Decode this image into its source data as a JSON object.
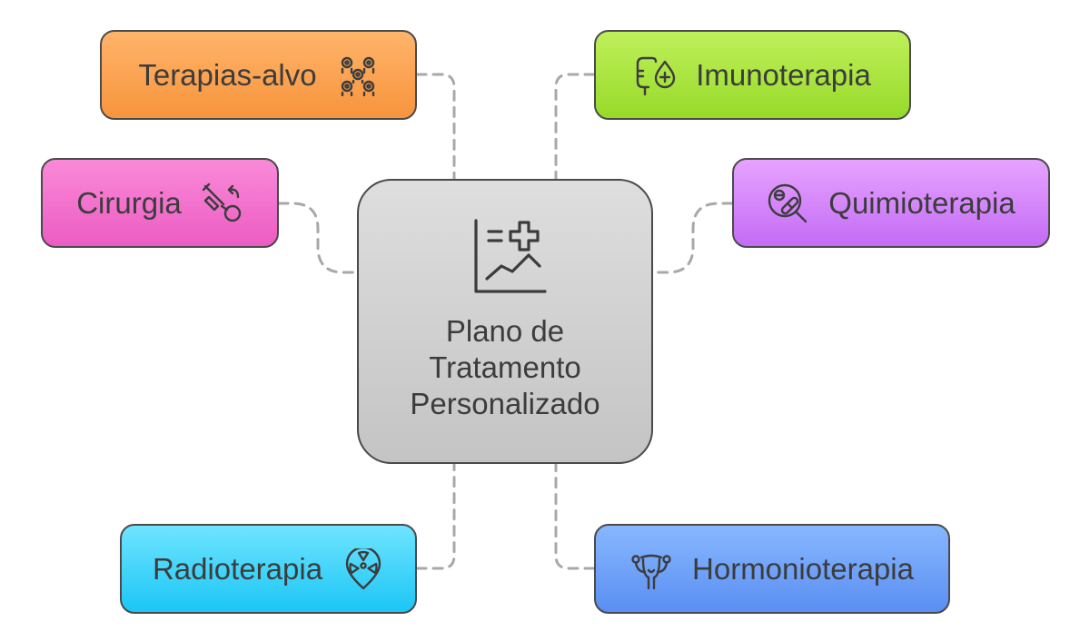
{
  "center": {
    "title": "Plano de Tratamento Personalizado",
    "icon": "chart-medical-cross-icon",
    "color": "#cfcfcf"
  },
  "nodes": {
    "terapias_alvo": {
      "label": "Terapias-alvo",
      "icon": "cell-network-icon",
      "color": "#f99e4c"
    },
    "cirurgia": {
      "label": "Cirurgia",
      "icon": "scalpel-icon",
      "color": "#f06bca"
    },
    "radioterapia": {
      "label": "Radioterapia",
      "icon": "radiation-pin-icon",
      "color": "#33cdf8"
    },
    "imunoterapia": {
      "label": "Imunoterapia",
      "icon": "iv-bag-icon",
      "color": "#a6e03a"
    },
    "quimioterapia": {
      "label": "Quimioterapia",
      "icon": "pill-magnifier-icon",
      "color": "#cf80f8"
    },
    "hormonioterapia": {
      "label": "Hormonioterapia",
      "icon": "uterus-icon",
      "color": "#6b9df5"
    }
  }
}
